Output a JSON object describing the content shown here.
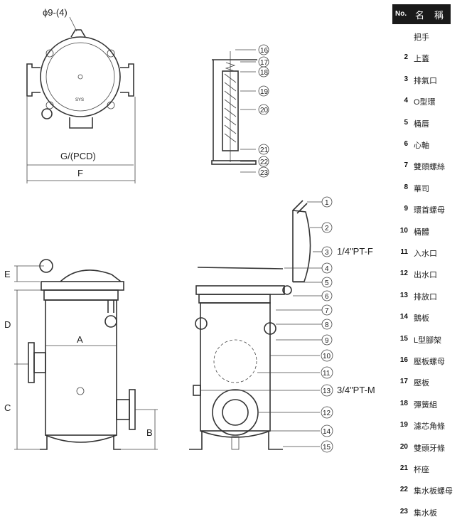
{
  "dimensions": {
    "hole_spec": "ϕ9-(4)",
    "pcd": "G/(PCD)",
    "F": "F",
    "E": "E",
    "D": "D",
    "A": "A",
    "C": "C",
    "B": "B"
  },
  "port_notes": {
    "top_port": "1/4\"PT-F",
    "bottom_port": "3/4\"PT-M"
  },
  "plate_text": "SYS",
  "parts_table": {
    "header_no": "No.",
    "header_name": "名稱",
    "rows": [
      {
        "no": "",
        "name": "把手"
      },
      {
        "no": "2",
        "name": "上蓋"
      },
      {
        "no": "3",
        "name": "排氣口"
      },
      {
        "no": "4",
        "name": "O型環"
      },
      {
        "no": "5",
        "name": "桶唇"
      },
      {
        "no": "6",
        "name": "心軸"
      },
      {
        "no": "7",
        "name": "雙頭螺絲"
      },
      {
        "no": "8",
        "name": "華司"
      },
      {
        "no": "9",
        "name": "環首螺母"
      },
      {
        "no": "10",
        "name": "桶體"
      },
      {
        "no": "11",
        "name": "入水口"
      },
      {
        "no": "12",
        "name": "出水口"
      },
      {
        "no": "13",
        "name": "排放口"
      },
      {
        "no": "14",
        "name": "鵝板"
      },
      {
        "no": "15",
        "name": "L型腳架"
      },
      {
        "no": "16",
        "name": "壓板螺母"
      },
      {
        "no": "17",
        "name": "壓板"
      },
      {
        "no": "18",
        "name": "彈簧組"
      },
      {
        "no": "19",
        "name": "濾芯角條"
      },
      {
        "no": "20",
        "name": "雙頭牙條"
      },
      {
        "no": "21",
        "name": "杯座"
      },
      {
        "no": "22",
        "name": "集水板螺母"
      },
      {
        "no": "23",
        "name": "集水板"
      }
    ]
  },
  "callouts": [
    "1",
    "2",
    "3",
    "4",
    "5",
    "6",
    "7",
    "8",
    "9",
    "10",
    "11",
    "12",
    "13",
    "14",
    "15",
    "16",
    "17",
    "18",
    "19",
    "20",
    "21",
    "22",
    "23"
  ]
}
